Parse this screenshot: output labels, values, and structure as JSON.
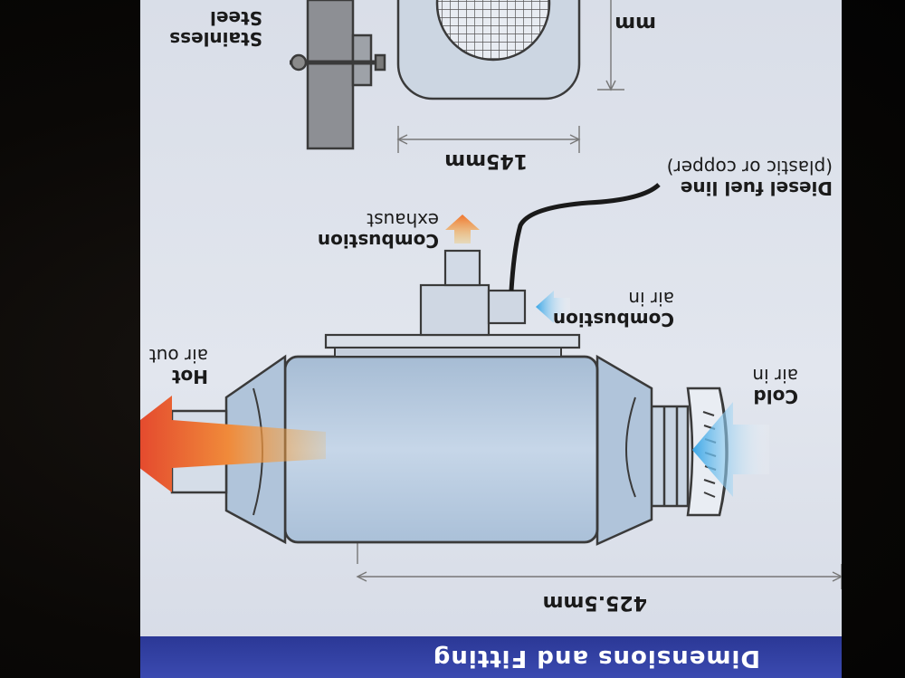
{
  "header": {
    "title": "Dimensions and Fitting"
  },
  "dimensions": {
    "length": "425.5mm",
    "width": "145mm",
    "height_partial": "mm"
  },
  "callouts": {
    "cold_air_in": [
      "Cold",
      "air in"
    ],
    "hot_air_out": [
      "Hot",
      "air out"
    ],
    "combustion_air_in": [
      "Combustion",
      "air in"
    ],
    "combustion_exhaust": [
      "Combustion",
      "exhaust"
    ],
    "diesel_fuel_line": [
      "Diesel fuel line",
      "(plastic or copper)"
    ],
    "stainless_steel": [
      "Stainless",
      "Steel"
    ]
  },
  "colors": {
    "banner": "#2f3c9e",
    "hot_arrow": "#e0342a",
    "cold_arrow": "#3aa6e6",
    "heater_body": "#b9cbe0",
    "outline": "#3a3a3a"
  },
  "icons": [
    "hot-air-arrow",
    "cold-air-arrow",
    "combustion-air-arrow",
    "exhaust-arrow"
  ]
}
